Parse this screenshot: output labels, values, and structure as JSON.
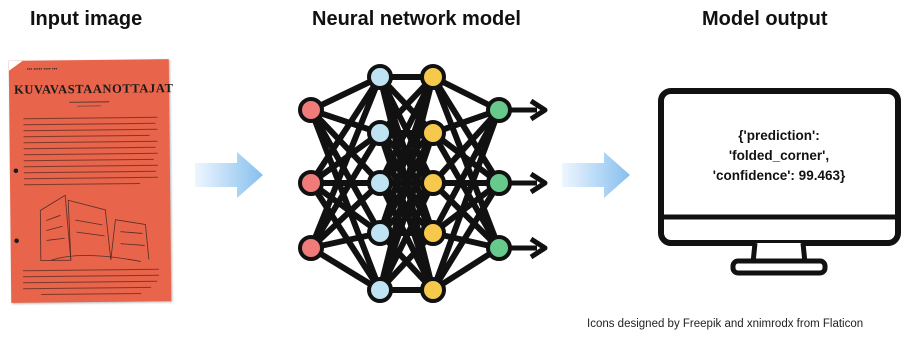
{
  "headings": {
    "input": "Input image",
    "model": "Neural network model",
    "output": "Model output"
  },
  "document": {
    "title": "KUVAVASTAANOTTAJAT",
    "top_line": "••• ••••• •••• •••"
  },
  "output": {
    "line1": "{'prediction':",
    "line2": "'folded_corner',",
    "line3": "'confidence': 99.463}"
  },
  "credit": "Icons designed by Freepik and xnimrodx from Flaticon",
  "colors": {
    "doc": "#e8644a",
    "input_node": "#ef7b7b",
    "hidden1_node": "#bfe3f3",
    "hidden2_node": "#f6c84b",
    "output_node": "#68c98c",
    "arrow_light": "#e6f3ff",
    "arrow_dark": "#8fc4f0"
  },
  "icons": [
    "document-image",
    "neural-network-icon",
    "monitor-icon",
    "right-arrow"
  ]
}
